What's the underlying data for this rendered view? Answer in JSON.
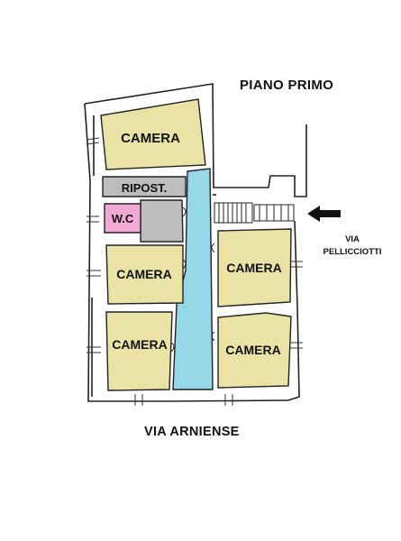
{
  "header": {
    "floor_title": "PIANO PRIMO"
  },
  "streets": {
    "bottom": "VIA ARNIENSE",
    "right_line1": "VIA",
    "right_line2": "PELLICCIOTTI"
  },
  "rooms": {
    "camera_top": "CAMERA",
    "ripostiglio": "RIPOST.",
    "wc": "W.C",
    "camera_mid_left": "CAMERA",
    "camera_mid_right": "CAMERA",
    "camera_bottom_left": "CAMERA",
    "camera_bottom_right": "CAMERA"
  },
  "colors": {
    "room_fill": "#ebe2a6",
    "corridor_fill": "#96d8e8",
    "service_fill": "#bdbdbd",
    "wc_fill": "#f4a9d4",
    "wall_stroke": "#222222"
  },
  "icons": {
    "entrance_arrow": "arrow-left-icon"
  }
}
